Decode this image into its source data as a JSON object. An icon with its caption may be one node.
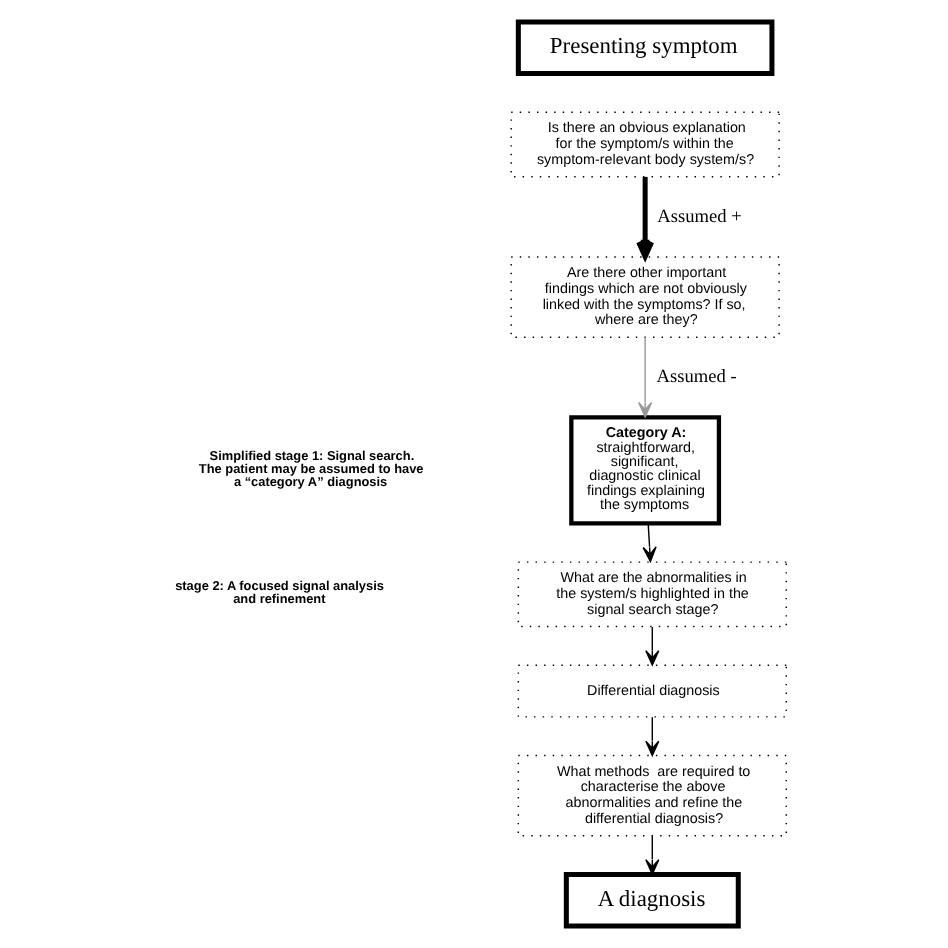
{
  "diagram": {
    "nodes": [
      {
        "text": [
          "Presenting symptom"
        ]
      },
      {
        "text": [
          "Is there an obvious explanation for the symptom/s within the symptom-relevant body system/s?"
        ]
      },
      {
        "text": [
          "Are there other important findings which are not obviously linked with the symptoms? If so, where are they?"
        ]
      },
      {
        "text": [
          "Category A:",
          "straightforward, significant, diagnostic clinical findings explaining the symptoms"
        ]
      },
      {
        "text": [
          "What are the abnormalities in the system/s highlighted in the signal search stage?"
        ]
      },
      {
        "text": [
          "Differential diagnosis"
        ]
      },
      {
        "text": [
          "What methods  are required to characterise the above abnormalities and refine the differential diagnosis?"
        ]
      },
      {
        "text": [
          "A diagnosis"
        ]
      }
    ],
    "edges": [
      {
        "from": 1,
        "to": 2,
        "arrow": "to",
        "label": "Assumed +",
        "style": "thick"
      },
      {
        "from": 2,
        "to": 3,
        "arrow": "to",
        "label": "Assumed -",
        "color": "#999999"
      },
      {
        "from": 3,
        "to": 4,
        "arrow": "to"
      },
      {
        "from": 4,
        "to": 5,
        "arrow": "to"
      },
      {
        "from": 5,
        "to": 6,
        "arrow": "to"
      },
      {
        "from": 6,
        "to": 7,
        "arrow": "to"
      }
    ],
    "labels": [
      "Simplified stage 1: Signal search. The patient may be assumed to have a “category A” diagnosis",
      "stage 2: A focused signal analysis and refinement"
    ]
  }
}
